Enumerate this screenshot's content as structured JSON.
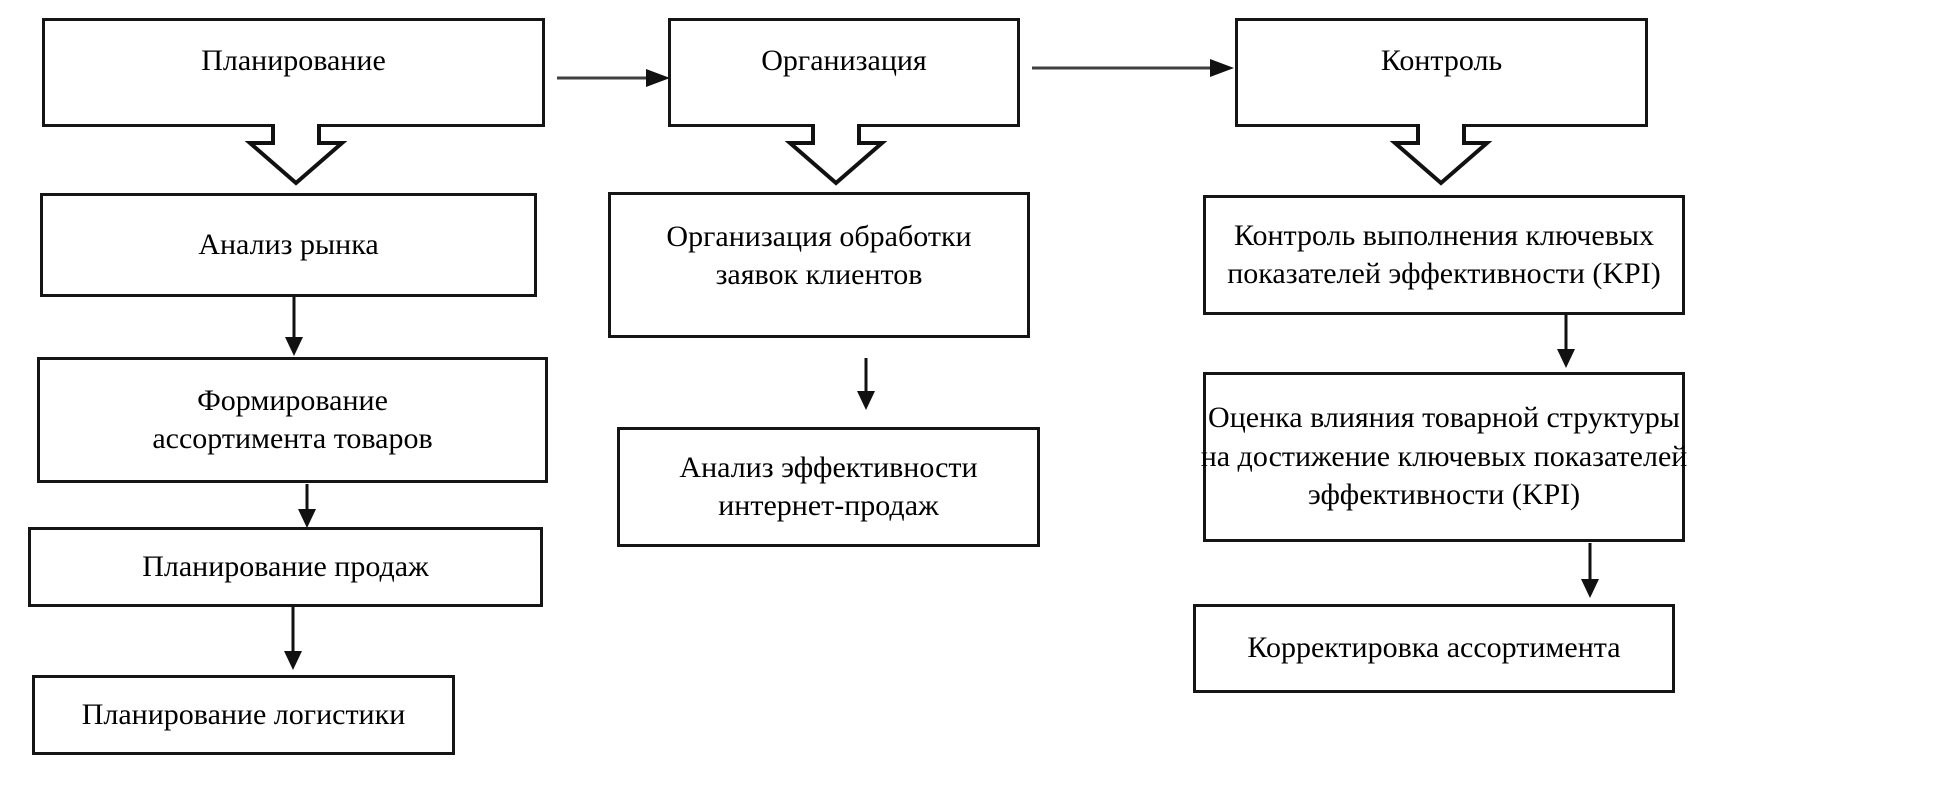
{
  "diagram": {
    "columns": [
      {
        "header": "Планирование",
        "steps": [
          "Анализ рынка",
          "Формирование\nассортимента товаров",
          "Планирование продаж",
          "Планирование логистики"
        ]
      },
      {
        "header": "Организация",
        "steps": [
          "Организация обработки\nзаявок клиентов",
          "Анализ эффективности\nинтернет-продаж"
        ]
      },
      {
        "header": "Контроль",
        "steps": [
          "Контроль выполнения ключевых\nпоказателей эффективности (KPI)",
          "Оценка влияния товарной структуры\nна достижение ключевых показателей\nэффективности (KPI)",
          "Корректировка ассортимента"
        ]
      }
    ],
    "colors": {
      "box_border": "#151515",
      "box_fill": "#ffffff",
      "text": "#000000",
      "connector": "#111111",
      "horizontal_line": "#3f3f3f"
    }
  }
}
